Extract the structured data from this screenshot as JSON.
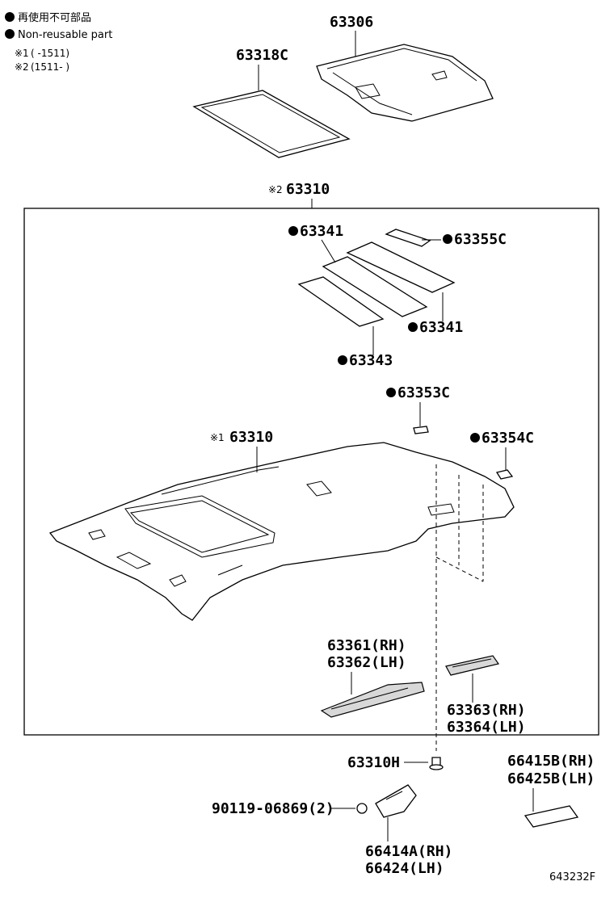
{
  "legend": {
    "items": [
      {
        "text": "再使用不可部品"
      },
      {
        "text": "Non-reusable part"
      }
    ],
    "notes": [
      {
        "mark": "※1",
        "text": "(      -1511)"
      },
      {
        "mark": "※2",
        "text": "(1511-      )"
      }
    ]
  },
  "parts": {
    "p63306": "63306",
    "p63318C": "63318C",
    "p63310_top": "63310",
    "p63310_top_mark": "※2",
    "p63341_a": "63341",
    "p63355C": "63355C",
    "p63341_b": "63341",
    "p63343": "63343",
    "p63353C": "63353C",
    "p63354C": "63354C",
    "p63310_mid": "63310",
    "p63310_mid_mark": "※1",
    "p63361": "63361(RH)",
    "p63362": "63362(LH)",
    "p63363": "63363(RH)",
    "p63364": "63364(LH)",
    "p63310H": "63310H",
    "p66415B": "66415B(RH)",
    "p66425B": "66425B(LH)",
    "p90119": "90119-06869(2)",
    "p66414A": "66414A(RH)",
    "p66424": "66424(LH)"
  },
  "figure_code": "643232F",
  "icons": {
    "non_reusable": "filled-circle-icon"
  }
}
